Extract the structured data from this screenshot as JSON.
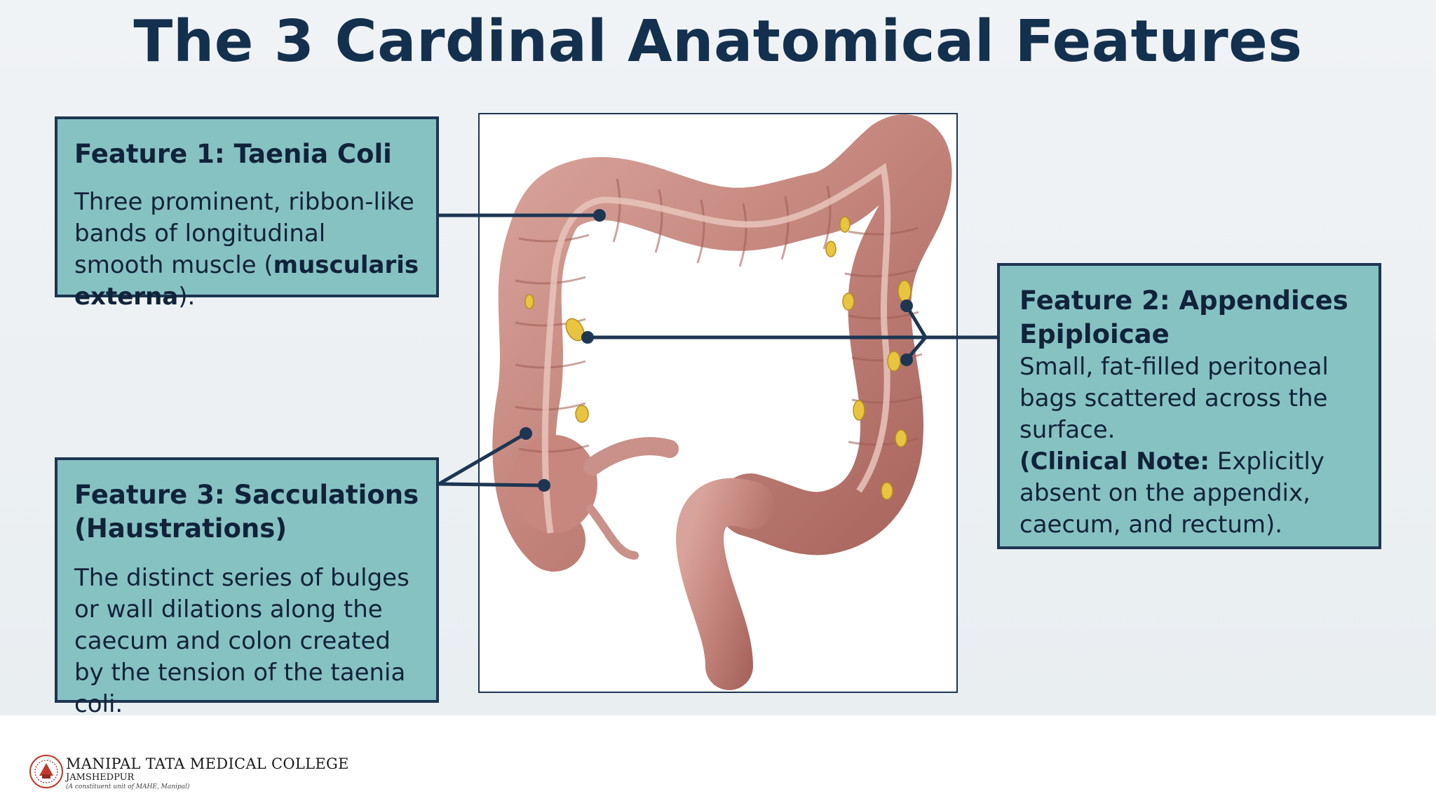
{
  "title": "The 3 Cardinal Anatomical Features",
  "features": [
    {
      "heading": "Feature 1: Taenia Coli",
      "text_before": "Three prominent, ribbon-like bands of longitudinal smooth muscle (",
      "text_strong": "muscularis externa",
      "text_after": ")."
    },
    {
      "heading": "Feature 2: Appendices Epiploicae",
      "text_line": "Small, fat-filled peritoneal bags scattered across the surface.",
      "note_open": "(",
      "note_label": "Clinical Note:",
      "note_text": " Explicitly absent on the appendix, caecum, and rectum)."
    },
    {
      "heading": "Feature 3: Sacculations (Haustrations)",
      "text": "The distinct series of bulges or wall dilations along the caecum and colon created by the tension of the taenia coli."
    }
  ],
  "footer": {
    "college_name": "MANIPAL TATA MEDICAL COLLEGE",
    "city": "JAMSHEDPUR",
    "subtitle": "(A constituent unit of MAHE, Manipal)"
  },
  "colors": {
    "box_fill": "#87c2c3",
    "box_border": "#1d3652",
    "title": "#14304f",
    "colon": "#c98a80",
    "fat_tag": "#e8c440"
  },
  "icons": {
    "logo": "college-seal-icon"
  }
}
